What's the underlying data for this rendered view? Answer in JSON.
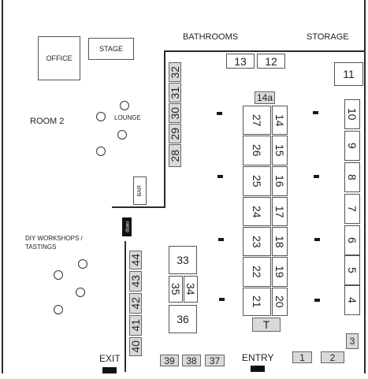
{
  "rooms": {
    "office": "OFFICE",
    "stage": "STAGE",
    "bathrooms": "BATHROOMS",
    "storage": "STORAGE",
    "room2": "ROOM 2",
    "lounge": "LOUNGE",
    "bar": "BAR",
    "ramp": "ramp",
    "diy_line1": "DIY WORKSHOPS /",
    "diy_line2": "TASTINGS",
    "exit": "EXIT",
    "entry": "ENTRY"
  },
  "booths": {
    "b1": "1",
    "b2": "2",
    "b3": "3",
    "b4": "4",
    "b5": "5",
    "b6": "6",
    "b7": "7",
    "b8": "8",
    "b9": "9",
    "b10": "10",
    "b11": "11",
    "b12": "12",
    "b13": "13",
    "b14": "14",
    "b14a": "14a",
    "b15": "15",
    "b16": "16",
    "b17": "17",
    "b18": "18",
    "b19": "19",
    "b20": "20",
    "b21": "21",
    "b22": "22",
    "b23": "23",
    "b24": "24",
    "b25": "25",
    "b26": "26",
    "b27": "27",
    "b28": "28",
    "b29": "29",
    "b30": "30",
    "b31": "31",
    "b32": "32",
    "b33": "33",
    "b34": "34",
    "b35": "35",
    "b36": "36",
    "b37": "37",
    "b38": "38",
    "b39": "39",
    "b40": "40",
    "b41": "41",
    "b42": "42",
    "b43": "43",
    "b44": "44",
    "bT": "T"
  }
}
